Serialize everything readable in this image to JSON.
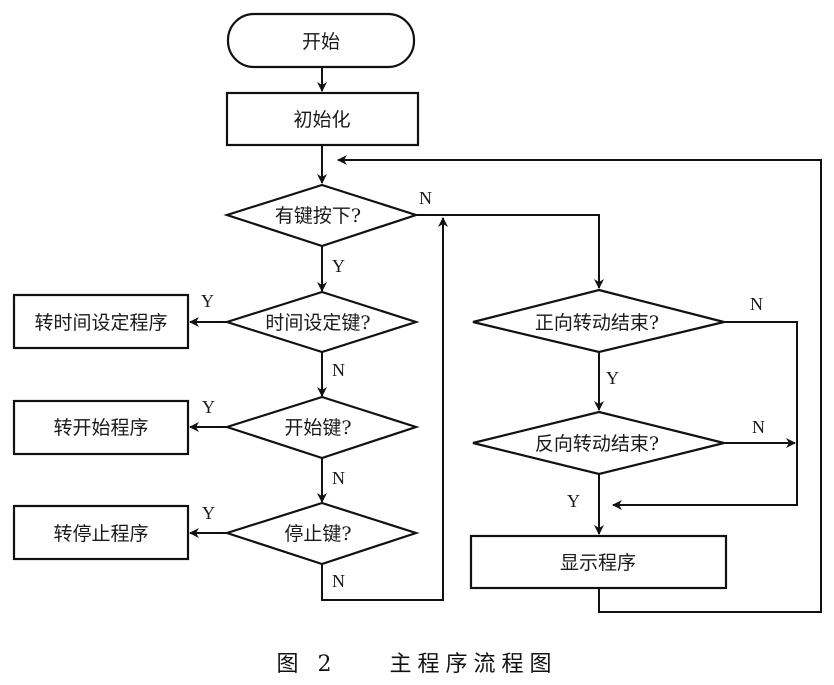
{
  "diagram": {
    "type": "flowchart",
    "caption": "图 2    主程序流程图",
    "nodes": {
      "start": "开始",
      "init": "初始化",
      "key_pressed": "有键按下?",
      "time_set_key": "时间设定键?",
      "start_key": "开始键?",
      "stop_key": "停止键?",
      "goto_time_set": "转时间设定程序",
      "goto_start": "转开始程序",
      "goto_stop": "转停止程序",
      "forward_done": "正向转动结束?",
      "reverse_done": "反向转动结束?",
      "display": "显示程序"
    },
    "edge_labels": {
      "yes": "Y",
      "no": "N"
    },
    "edges": [
      {
        "from": "start",
        "to": "init"
      },
      {
        "from": "init",
        "to": "key_pressed"
      },
      {
        "from": "key_pressed",
        "to": "time_set_key",
        "label": "Y"
      },
      {
        "from": "key_pressed",
        "to": "forward_done",
        "label": "N"
      },
      {
        "from": "time_set_key",
        "to": "goto_time_set",
        "label": "Y"
      },
      {
        "from": "time_set_key",
        "to": "start_key",
        "label": "N"
      },
      {
        "from": "start_key",
        "to": "goto_start",
        "label": "Y"
      },
      {
        "from": "start_key",
        "to": "stop_key",
        "label": "N"
      },
      {
        "from": "stop_key",
        "to": "goto_stop",
        "label": "Y"
      },
      {
        "from": "stop_key",
        "to": "forward_done",
        "label": "N"
      },
      {
        "from": "forward_done",
        "to": "reverse_done",
        "label": "Y"
      },
      {
        "from": "forward_done",
        "to": "display",
        "label": "N"
      },
      {
        "from": "reverse_done",
        "to": "display",
        "label": "Y"
      },
      {
        "from": "reverse_done",
        "to": "display",
        "label": "N"
      },
      {
        "from": "display",
        "to": "key_pressed"
      }
    ]
  }
}
